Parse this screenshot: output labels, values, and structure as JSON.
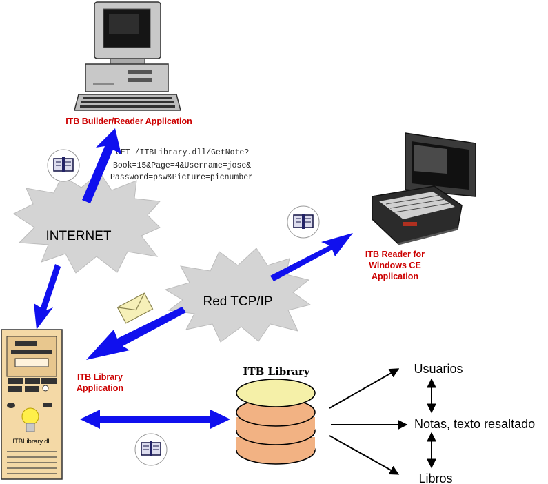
{
  "labels": {
    "builder_app": "ITB Builder/Reader Application",
    "get_line1": "GET /ITBLibrary.dll/GetNote?",
    "get_line2": "Book=15&Page=4&Username=jose&",
    "get_line3": "Password=psw&Picture=picnumber",
    "internet": "INTERNET",
    "red_tcpip": "Red TCP/IP",
    "reader_ce_line1": "ITB Reader for",
    "reader_ce_line2": "Windows CE",
    "reader_ce_line3": "Application",
    "library_app_line1": "ITB Library",
    "library_app_line2": "Application",
    "library_title": "ITB Library",
    "dll_name": "ITBLibrary.dll",
    "usuarios": "Usuarios",
    "notas": "Notas, texto resaltado",
    "libros": "Libros"
  },
  "icons": [
    "desktop-computer-icon",
    "laptop-icon",
    "server-tower-icon",
    "book-icon",
    "envelope-icon",
    "database-icon",
    "lightbulb-icon"
  ],
  "colors": {
    "arrow_blue": "#1010ee",
    "label_red": "#cc0000",
    "cloud_gray": "#d4d4d4",
    "db_top": "#f5f0a8",
    "db_disk": "#f2b283",
    "server_body": "#f4d9a6"
  }
}
